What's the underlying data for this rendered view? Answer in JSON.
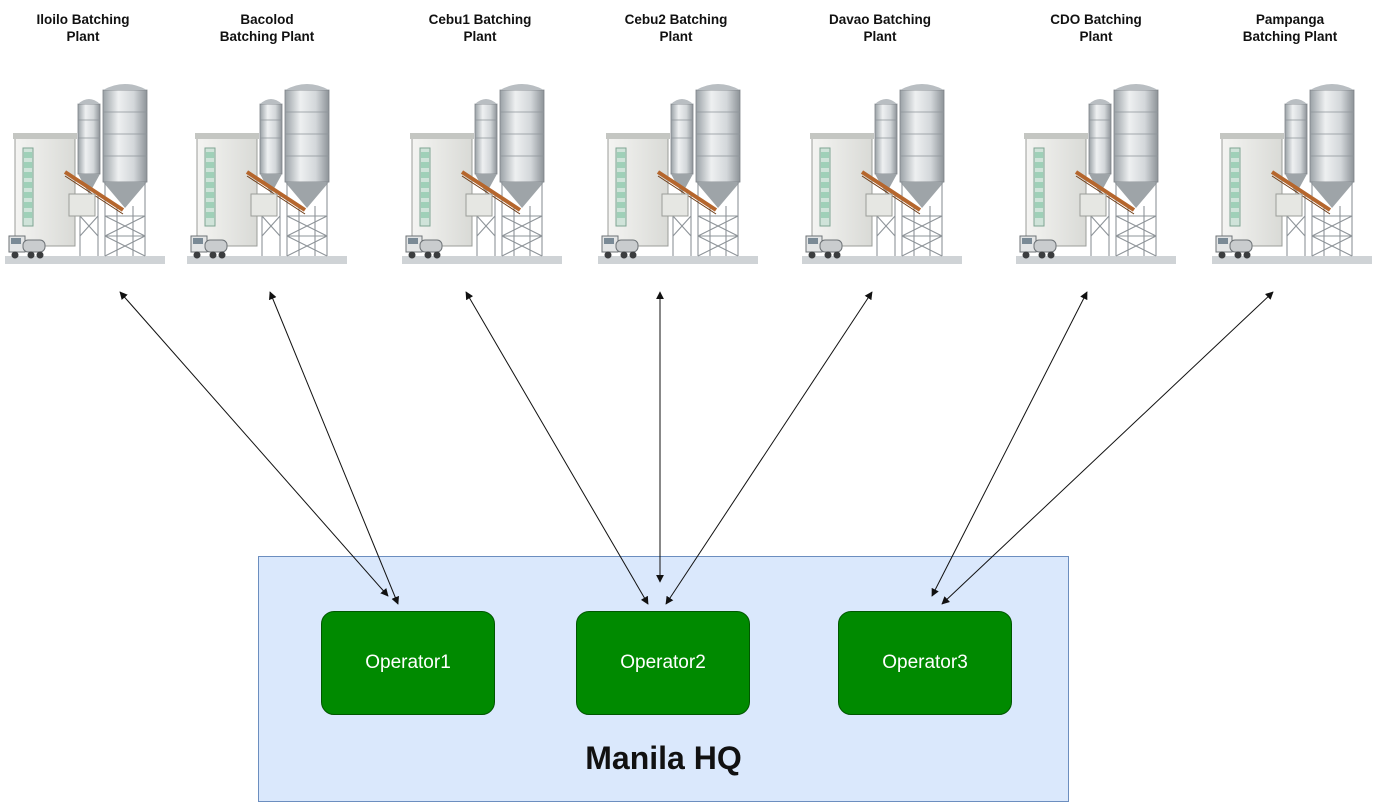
{
  "plants": [
    {
      "label": "Iloilo Batching\nPlant"
    },
    {
      "label": "Bacolod\nBatching Plant"
    },
    {
      "label": "Cebu1 Batching\nPlant"
    },
    {
      "label": "Cebu2 Batching\nPlant"
    },
    {
      "label": "Davao Batching\nPlant"
    },
    {
      "label": "CDO Batching\nPlant"
    },
    {
      "label": "Pampanga\nBatching Plant"
    }
  ],
  "hq": {
    "title": "Manila HQ",
    "fill_color": "#dae8fc",
    "border_color": "#6c8ebf"
  },
  "operators": [
    {
      "label": "Operator1"
    },
    {
      "label": "Operator2"
    },
    {
      "label": "Operator3"
    }
  ],
  "operator_color": "#008a00",
  "plant_icon": "batching-plant-illustration",
  "connections": [
    {
      "plant": 0,
      "operator": 0
    },
    {
      "plant": 1,
      "operator": 0
    },
    {
      "plant": 2,
      "operator": 1
    },
    {
      "plant": 3,
      "operator": 1
    },
    {
      "plant": 4,
      "operator": 1
    },
    {
      "plant": 5,
      "operator": 2
    },
    {
      "plant": 6,
      "operator": 2
    }
  ]
}
